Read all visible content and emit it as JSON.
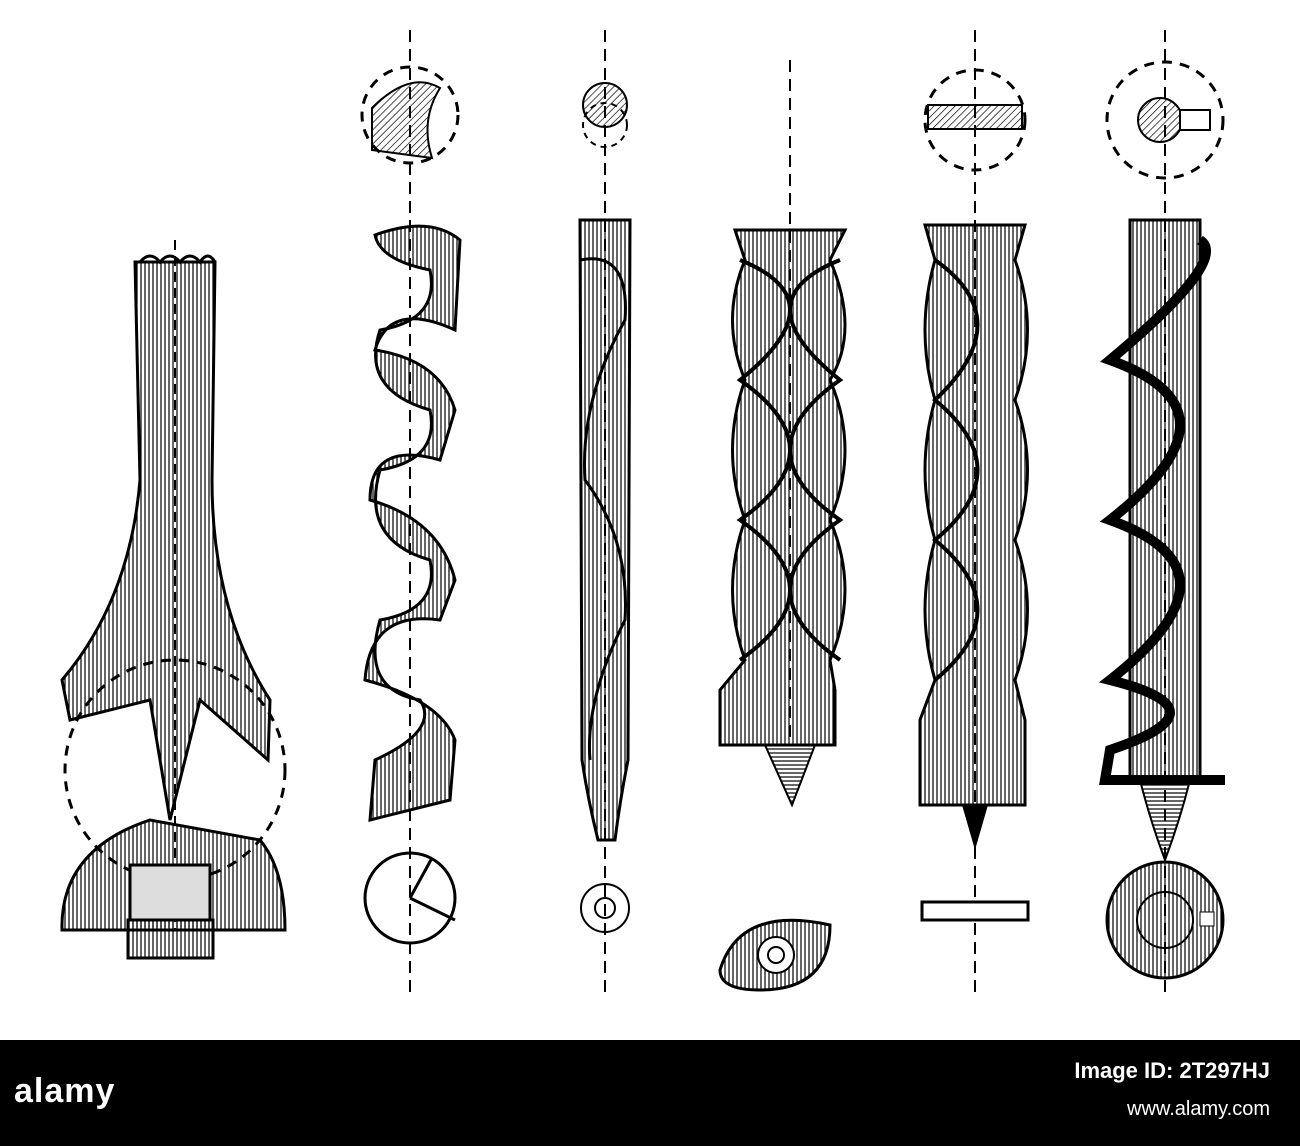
{
  "image": {
    "description_kind": "engraving",
    "background": "#ffffff",
    "ink": "#000000"
  },
  "watermark": {
    "logo_text": "alamy",
    "image_id_label": "Image ID:",
    "image_id": "2T297HJ",
    "url": "www.alamy.com"
  }
}
